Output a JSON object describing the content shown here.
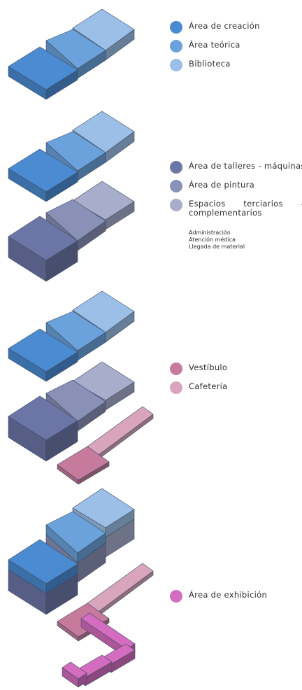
{
  "legend_groups": [
    {
      "items": [
        {
          "label": "Área de creación",
          "color": "#4a8bd2"
        },
        {
          "label": "Área teórica",
          "color": "#6ba2db"
        },
        {
          "label": "Biblioteca",
          "color": "#9bbfe7"
        }
      ]
    },
    {
      "items": [
        {
          "label": "Área de talleres - máquinas",
          "color": "#6b76a6"
        },
        {
          "label": "Área de pintura",
          "color": "#8a91b6"
        },
        {
          "label": "Espacios terciarios - complementarios",
          "color": "#a7adcb"
        }
      ],
      "notes": [
        "Administración",
        "Atención médica",
        "Llegada de material"
      ]
    },
    {
      "items": [
        {
          "label": "Vestíbulo",
          "color": "#c77b9c"
        },
        {
          "label": "Cafetería",
          "color": "#d9a5bd"
        }
      ]
    },
    {
      "items": [
        {
          "label": "Área de exhibición",
          "color": "#d46cbf"
        }
      ]
    }
  ]
}
